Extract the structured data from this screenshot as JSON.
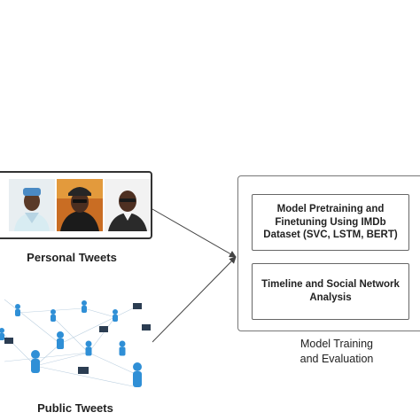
{
  "sources": {
    "personal": {
      "label": "Personal Tweets",
      "portraits": [
        {
          "icon": "man-portrait-icon",
          "shirt_color": "#d8ecf2",
          "cap_color": "#4a8ac4"
        },
        {
          "icon": "man-portrait-icon",
          "shirt_color": "#1b1b1b",
          "cap_color": "#262626"
        },
        {
          "icon": "man-portrait-icon",
          "shirt_color": "#2a2a2a",
          "cap_color": ""
        }
      ]
    },
    "public": {
      "label": "Public Tweets",
      "icon": "social-network-icon",
      "accent_color": "#2f8fd6"
    }
  },
  "module": {
    "steps": [
      {
        "lines": [
          "Model Pretraining and",
          "Finetuning Using IMDb",
          "Dataset (SVC, LSTM, BERT)"
        ]
      },
      {
        "lines": [
          "Timeline and Social Network",
          "Analysis"
        ]
      }
    ],
    "caption": [
      "Model Training",
      "and Evaluation"
    ]
  },
  "colors": {
    "border": "#333333",
    "arrow": "#444444"
  }
}
